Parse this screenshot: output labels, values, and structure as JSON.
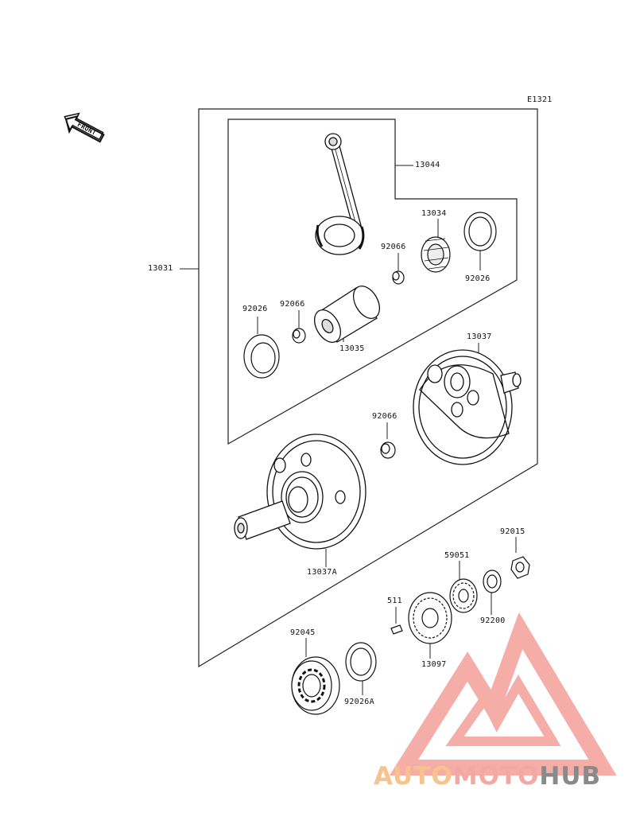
{
  "diagram": {
    "code": "E1321",
    "front_label": "FRONT",
    "part_numbers": {
      "p13031": "13031",
      "p13044": "13044",
      "p13034": "13034",
      "p92066a": "92066",
      "p92026a": "92026",
      "p92026b": "92026",
      "p92066b": "92066",
      "p13035": "13035",
      "p13037": "13037",
      "p92066c": "92066",
      "p13037A": "13037A",
      "p92015": "92015",
      "p59051": "59051",
      "p511": "511",
      "p92200": "92200",
      "p92045": "92045",
      "p13097": "13097",
      "p92026A": "92026A"
    }
  },
  "watermark": {
    "part1": "AUTO",
    "part2": "MOTO",
    "part3": "HUB",
    "colors": {
      "orange": "#f6c38f",
      "red": "#f2a9a4",
      "gray": "#8a8a8a"
    }
  }
}
